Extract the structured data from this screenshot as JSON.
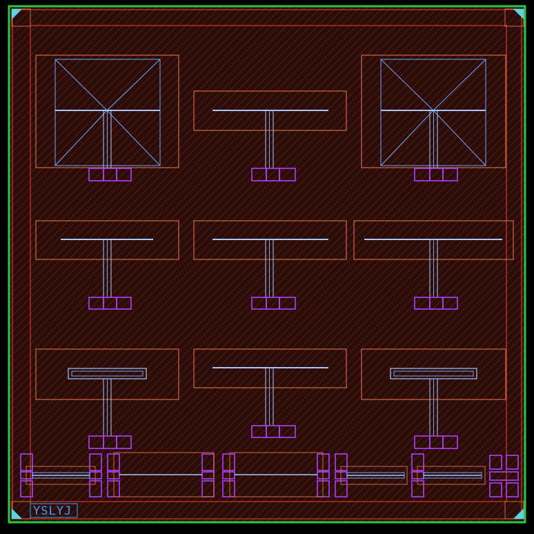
{
  "canvas": {
    "background": "#000000",
    "hatch_color": "#5a1f14",
    "hatch_line_color": "#7a2a1a"
  },
  "colors": {
    "chip_outline": "#22cc44",
    "chip_inner": "#0e4a1a",
    "frame_red": "#d63a2a",
    "block_orange": "#d06a44",
    "block_pink": "#c85a6a",
    "metal_blue": "#6fa6ff",
    "metal_light": "#a8c8ff",
    "via_purple": "#b040ff",
    "corner_cyan": "#56d6e6",
    "label_blue": "#3aa0ff"
  },
  "label": {
    "text": "YSLYJ"
  },
  "cells": [
    {
      "name": "top-left-cell",
      "style": "bowtie"
    },
    {
      "name": "top-center-cell",
      "style": "bar"
    },
    {
      "name": "top-right-cell",
      "style": "bowtie"
    },
    {
      "name": "mid-left-cell",
      "style": "bar"
    },
    {
      "name": "mid-center-cell",
      "style": "bar"
    },
    {
      "name": "mid-right-cell",
      "style": "bar"
    },
    {
      "name": "bottom-left-cell",
      "style": "boxbar"
    },
    {
      "name": "bottom-center-cell",
      "style": "bar"
    },
    {
      "name": "bottom-right-cell",
      "style": "boxbar"
    }
  ]
}
